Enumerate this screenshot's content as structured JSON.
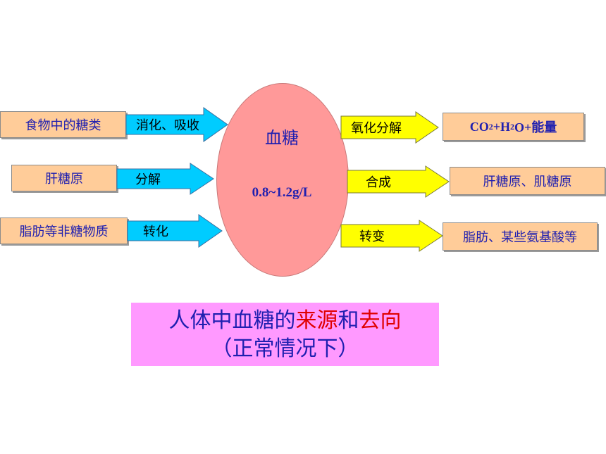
{
  "diagram": {
    "center": {
      "title": "血糖",
      "range": "0.8~1.2g/L"
    },
    "sources": [
      {
        "box": "食物中的糖类",
        "arrow": "消化、吸收"
      },
      {
        "box": "肝糖原",
        "arrow": "分解"
      },
      {
        "box": "脂肪等非糖物质",
        "arrow": "转化"
      }
    ],
    "destinations": [
      {
        "arrow": "氧化分解",
        "box": {
          "p1": "CO",
          "s1": "2",
          "p2": "+H",
          "s2": "2",
          "p3": "O+能量"
        }
      },
      {
        "arrow": "合成",
        "box": "肝糖原、肌糖原"
      },
      {
        "arrow": "转变",
        "box": "脂肪、某些氨基酸等"
      }
    ],
    "caption": {
      "line1_a": "人体中血糖的",
      "line1_b": "来源",
      "line1_c": "和",
      "line1_d": "去向",
      "line2": "（正常情况下）"
    },
    "colors": {
      "source_arrow": "#00ccff",
      "destination_arrow": "#ffff00",
      "box_fill": "#ffcc99",
      "center_fill": "#ff9999",
      "caption_fill": "#ff99ff",
      "text_blue": "#1f1fb0",
      "highlight_red": "#e00000"
    }
  }
}
